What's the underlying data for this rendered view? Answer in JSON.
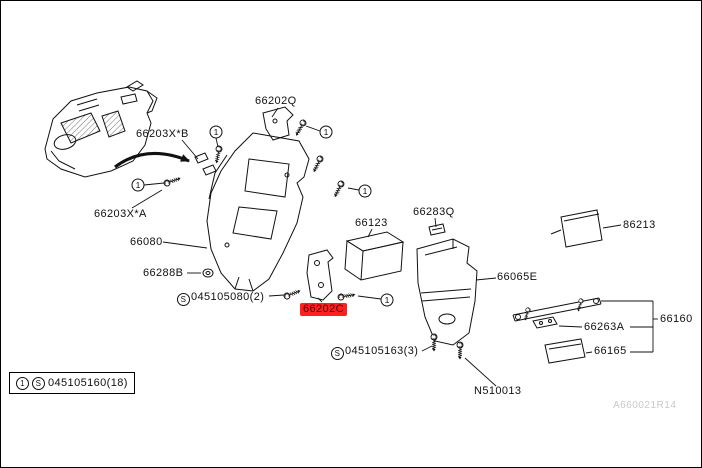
{
  "symbols": {
    "screw_callout": "1",
    "s_prefix": "S"
  },
  "labels": {
    "p66202Q": "66202Q",
    "p66203XB": "66203X*B",
    "p66203XA": "66203X*A",
    "p66080": "66080",
    "p66288B": "66288B",
    "s045105080": "045105080(2)",
    "p66202C": "66202C",
    "p66123": "66123",
    "p66283Q": "66283Q",
    "p66065E": "66065E",
    "p86213": "86213",
    "p66160": "66160",
    "p66263A": "66263A",
    "p66165": "66165",
    "s045105163": "045105163(3)",
    "pN510013": "N510013"
  },
  "legend": {
    "callout": "1",
    "s": "S",
    "part_number": "045105160(18)"
  },
  "footer_code": "A660021R14",
  "colors": {
    "highlight": "#ff1f1f",
    "line": "#111111",
    "background": "#ffffff"
  }
}
